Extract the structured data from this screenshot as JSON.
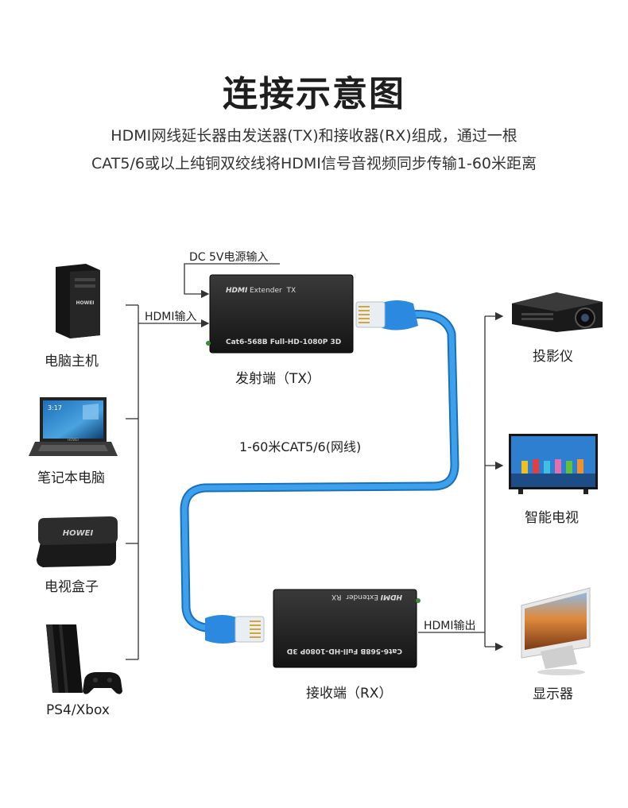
{
  "header": {
    "title": "连接示意图",
    "line1": "HDMI网线延长器由发送器(TX)和接收器(RX)组成，通过一根",
    "line2": "CAT5/6或以上纯铜双绞线将HDMI信号音视频同步传输1-60米距离"
  },
  "sources": [
    {
      "label": "电脑主机",
      "icon": "desktop-pc-icon"
    },
    {
      "label": "笔记本电脑",
      "icon": "laptop-icon"
    },
    {
      "label": "电视盒子",
      "icon": "tv-box-icon"
    },
    {
      "label": "PS4/Xbox",
      "icon": "game-console-icon"
    }
  ],
  "devices": {
    "box_brand": "HDMI",
    "transmitter": {
      "caption": "发射端（TX）",
      "box_title": "Extender  TX",
      "box_spec": "Cat6-568B Full-HD-1080P 3D"
    },
    "receiver": {
      "caption": "接收端（RX）",
      "box_title": "Extender  RX",
      "box_spec": "Cat6-568B Full-HD-1080P 3D"
    }
  },
  "connections": {
    "power_input": "DC 5V电源输入",
    "hdmi_input": "HDMI输入",
    "cable": "1-60米CAT5/6(网线)",
    "hdmi_output": "HDMI输出"
  },
  "outputs": [
    {
      "label": "投影仪",
      "icon": "projector-icon"
    },
    {
      "label": "智能电视",
      "icon": "smart-tv-icon"
    },
    {
      "label": "显示器",
      "icon": "monitor-icon"
    }
  ],
  "device_logos": {
    "pc_logo": "HOWEI",
    "laptop_logo": "HOWEI",
    "laptop_time": "3:17",
    "tvbox_logo": "HOWEI"
  },
  "colors": {
    "cable": "#2d8fe0",
    "box": "#1b1b1b",
    "line": "#333333"
  }
}
